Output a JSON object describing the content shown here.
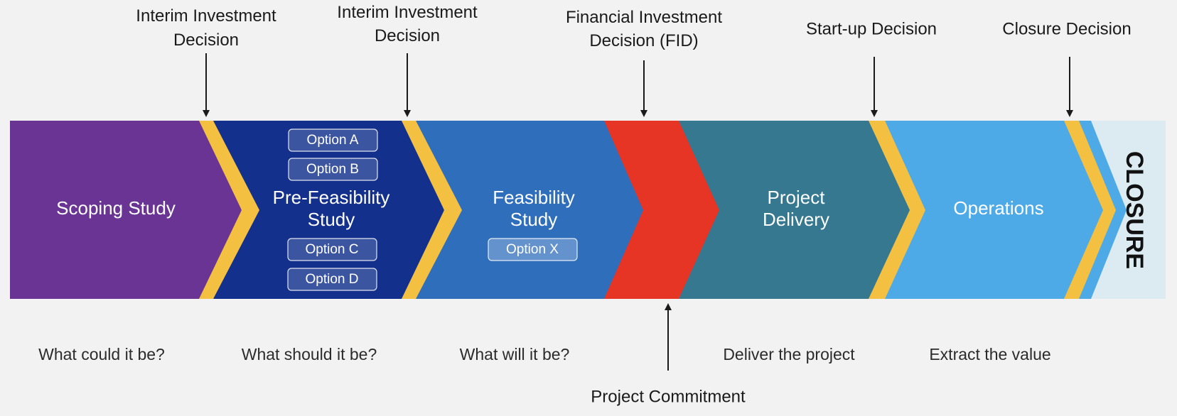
{
  "gates": [
    {
      "label": "Interim Investment Decision",
      "lines": [
        "Interim Investment",
        "Decision"
      ]
    },
    {
      "label": "Interim Investment Decision",
      "lines": [
        "Interim Investment",
        "Decision"
      ]
    },
    {
      "label": "Financial Investment Decision (FID)",
      "lines": [
        "Financial Investment",
        "Decision (FID)"
      ]
    },
    {
      "label": "Start-up Decision",
      "lines": [
        "Start-up Decision"
      ]
    },
    {
      "label": "Closure Decision",
      "lines": [
        "Closure Decision"
      ]
    }
  ],
  "stages": [
    {
      "name": "scoping-study",
      "lines": [
        "Scoping Study"
      ],
      "color": "#6a3494",
      "question": "What could it be?"
    },
    {
      "name": "pre-feasibility-study",
      "lines": [
        "Pre-Feasibility",
        "Study"
      ],
      "color": "#12308c",
      "question": "What should it be?"
    },
    {
      "name": "feasibility-study",
      "lines": [
        "Feasibility",
        "Study"
      ],
      "color": "#2f6ebb",
      "question": "What will it be?"
    },
    {
      "name": "commitment-stage",
      "lines": [],
      "color": "#e63425",
      "question": ""
    },
    {
      "name": "project-delivery",
      "lines": [
        "Project",
        "Delivery"
      ],
      "color": "#357890",
      "question": "Deliver the project"
    },
    {
      "name": "operations",
      "lines": [
        "Operations"
      ],
      "color": "#4eaae6",
      "question": "Extract the value"
    }
  ],
  "pre_feasibility_options": [
    "Option A",
    "Option B",
    "Option C",
    "Option D"
  ],
  "feasibility_options": [
    "Option X"
  ],
  "closure": {
    "label": "CLOSURE",
    "color": "#dcebf2"
  },
  "project_commitment": {
    "label": "Project Commitment"
  },
  "colors": {
    "gate_chevron": "#f4c042",
    "background": "#f2f2f2",
    "stage_text": "#ffffff",
    "annotation_text": "#2b2b2b"
  }
}
